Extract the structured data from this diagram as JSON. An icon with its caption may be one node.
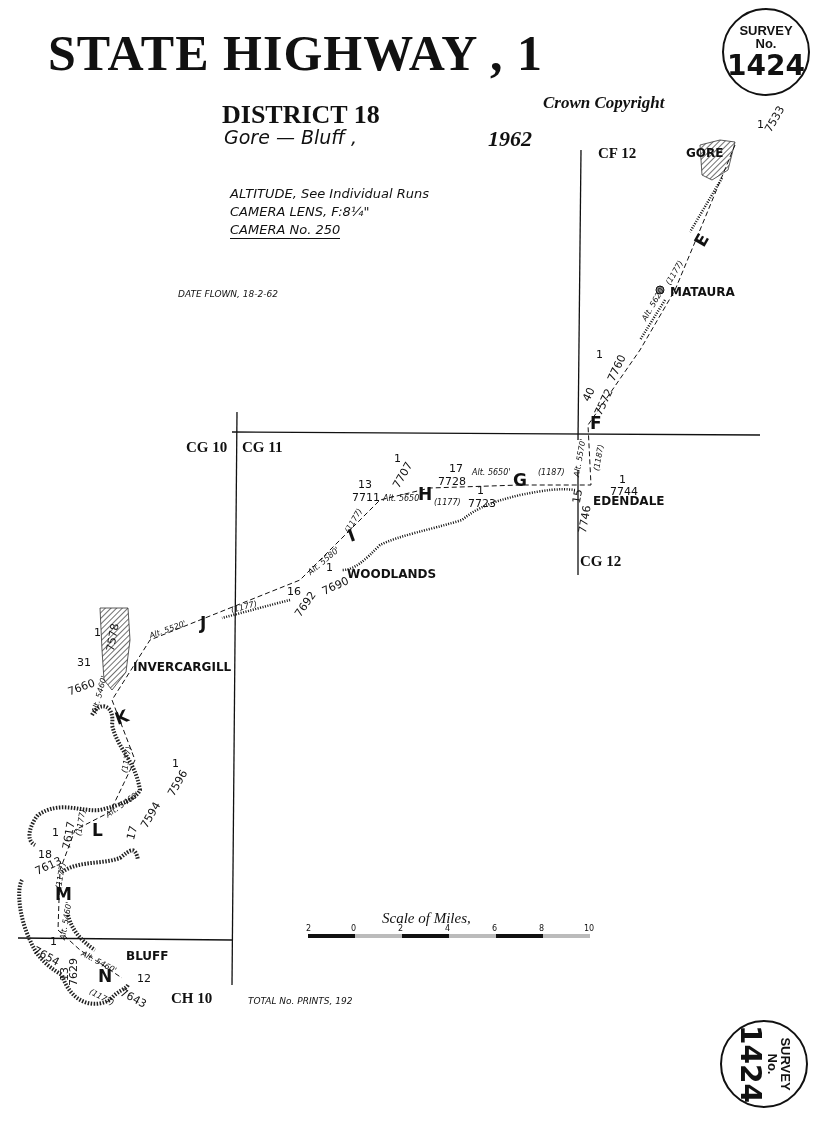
{
  "diagram": {
    "title": "STATE HIGHWAY , 1",
    "nodes": [
      {
        "text": [
          "SURVEY No.",
          "1424"
        ]
      },
      {
        "text": [
          "SURVEY No.",
          "1424"
        ]
      }
    ],
    "labels": [
      "DISTRICT 18",
      "Crown Copyright",
      "Gore — Bluff ,",
      "1962",
      "GORE",
      "1",
      "7533",
      "CF 12",
      "ALTITUDE, See Individual Runs",
      "CAMERA LENS, F:8¼\"",
      "CAMERA No. 250",
      "E",
      "(1177)",
      "DATE FLOWN, 18-2-62",
      "Alt. 5620'",
      "MATAURA",
      "1",
      "7760",
      "40",
      "7572",
      "CG 10",
      "CG 11",
      "F",
      "Alt. 5570'",
      "(1187)",
      "1",
      "7707",
      "17",
      "7728",
      "Alt. 5650'",
      "G",
      "(1187)",
      "13",
      "7711",
      "Alt. 5650'",
      "H",
      "1",
      "7744",
      "(1177)",
      "1",
      "7723",
      "15",
      "7746",
      "EDENDALE",
      "(1177)",
      "I",
      "Alt. 5580'",
      "1",
      "7690",
      "16",
      "7692",
      "WOODLANDS",
      "CG 12",
      "(1177)",
      "Alt. 5520'",
      "J",
      "1",
      "7578",
      "31",
      "7660",
      "INVERCARGILL",
      "Alt. 5460'",
      "K",
      "(1177)",
      "1",
      "7596",
      "7594",
      "17",
      "Alt. 5460'",
      "L",
      "(1177)",
      "1",
      "7617",
      "18",
      "7613",
      "(1177)",
      "M",
      "Alt. 5460'",
      "1",
      "7654",
      "Alt. 5460'",
      "BLUFF",
      "13",
      "7629",
      "N",
      "(1177)",
      "12",
      "7643",
      "CH 10",
      "Scale of Miles,",
      "2",
      "0",
      "2",
      "4",
      "6",
      "8",
      "10",
      "TOTAL No. PRINTS, 192"
    ]
  }
}
